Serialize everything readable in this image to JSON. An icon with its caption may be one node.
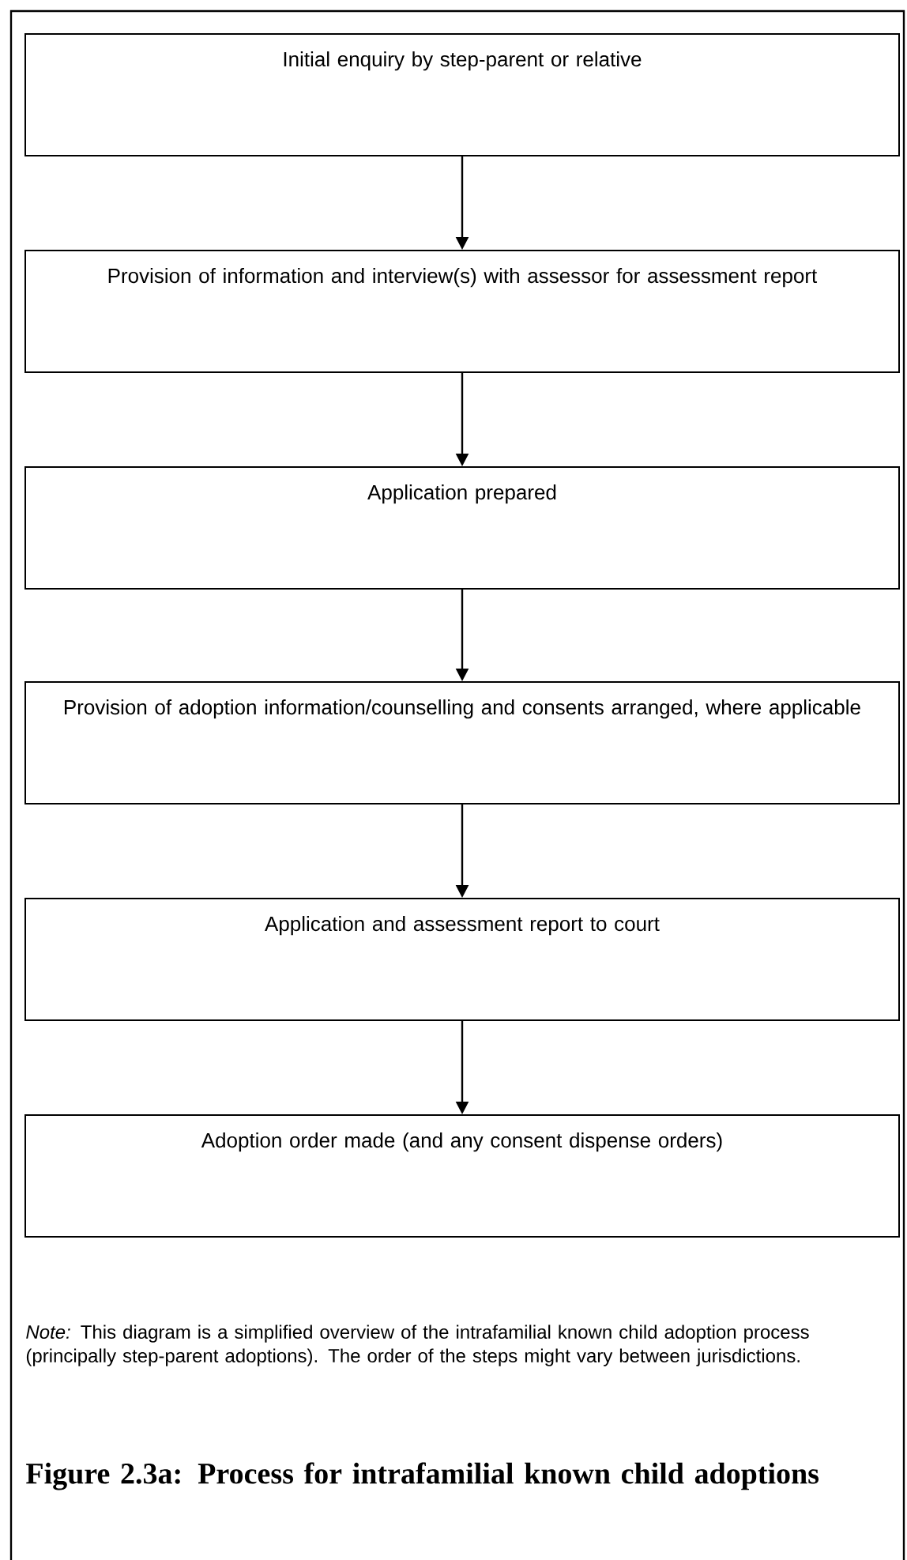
{
  "diagram": {
    "caption": "Figure 2.3a: Process for intrafamilial known child adoptions",
    "nodes": [
      {
        "text": [
          "Initial enquiry by step-parent or relative"
        ]
      },
      {
        "text": [
          "Provision of information and interview(s) with assessor for assessment report"
        ]
      },
      {
        "text": [
          "Application prepared"
        ]
      },
      {
        "text": [
          "Provision of adoption information/counselling and consents arranged, where applicable"
        ]
      },
      {
        "text": [
          "Application and assessment report to court"
        ]
      },
      {
        "text": [
          "Adoption order made (and any consent dispense orders)"
        ]
      }
    ],
    "edges": [
      {
        "from": 0,
        "to": 1,
        "arrow": "to"
      },
      {
        "from": 1,
        "to": 2,
        "arrow": "to"
      },
      {
        "from": 2,
        "to": 3,
        "arrow": "to"
      },
      {
        "from": 3,
        "to": 4,
        "arrow": "to"
      },
      {
        "from": 4,
        "to": 5,
        "arrow": "to"
      }
    ],
    "labels": [
      "*Note:* This diagram is a simplified overview of the intrafamilial known child adoption process (principally step-parent adoptions). The order of the steps might vary between jurisdictions."
    ]
  }
}
